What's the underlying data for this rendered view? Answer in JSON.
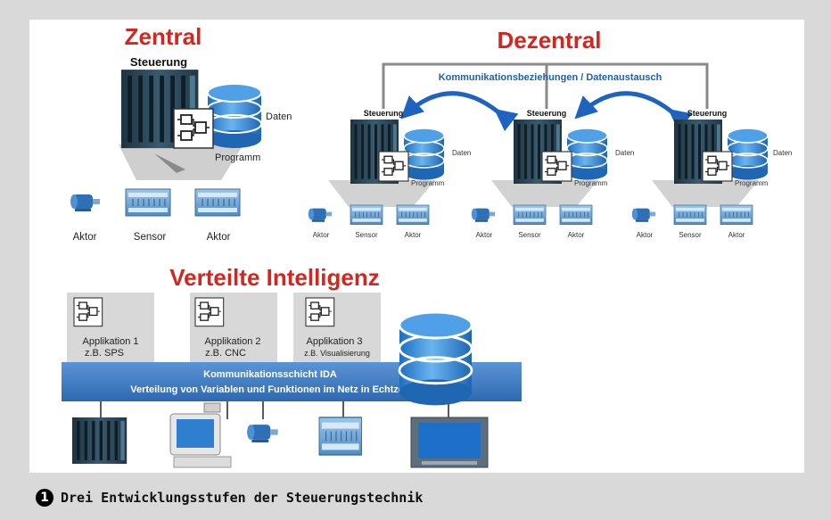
{
  "caption": {
    "number": "1",
    "text": "Drei Entwicklungsstufen der Steuerungstechnik"
  },
  "zentral": {
    "title": "Zentral",
    "steuerung": "Steuerung",
    "daten": "Daten",
    "programm": "Programm",
    "labels": [
      "Aktor",
      "Sensor",
      "Aktor"
    ]
  },
  "dezentral": {
    "title": "Dezentral",
    "comm": "Kommunikationsbeziehungen / Datenaustausch",
    "nodes": [
      {
        "steuerung": "Steuerung",
        "daten": "Daten",
        "programm": "Programm",
        "labels": [
          "Aktor",
          "Sensor",
          "Aktor"
        ]
      },
      {
        "steuerung": "Steuerung",
        "daten": "Daten",
        "programm": "Programm",
        "labels": [
          "Aktor",
          "Sensor",
          "Aktor"
        ]
      },
      {
        "steuerung": "Steuerung",
        "daten": "Daten",
        "programm": "Programm",
        "labels": [
          "Aktor",
          "Sensor",
          "Aktor"
        ]
      }
    ]
  },
  "verteilt": {
    "title": "Verteilte Intelligenz",
    "apps": [
      {
        "line1": "Applikation 1",
        "line2": "z.B. SPS"
      },
      {
        "line1": "Applikation 2",
        "line2": "z.B. CNC"
      },
      {
        "line1": "Applikation 3",
        "line2": "z.B. Visualisierung"
      }
    ],
    "bar_line1": "Kommunikationsschicht IDA",
    "bar_line2": "Verteilung von Variablen und Funktionen im Netz in Echtzeit"
  },
  "colors": {
    "title_red": "#d4251f",
    "blue_title": "#1f5fb0",
    "bar_blue": "#3d7cc9",
    "arrow_blue": "#1f63c0",
    "rack_dark": "#27404f",
    "db_blue": "#3b8fd8",
    "cone_gray": "#c9c9c9"
  }
}
